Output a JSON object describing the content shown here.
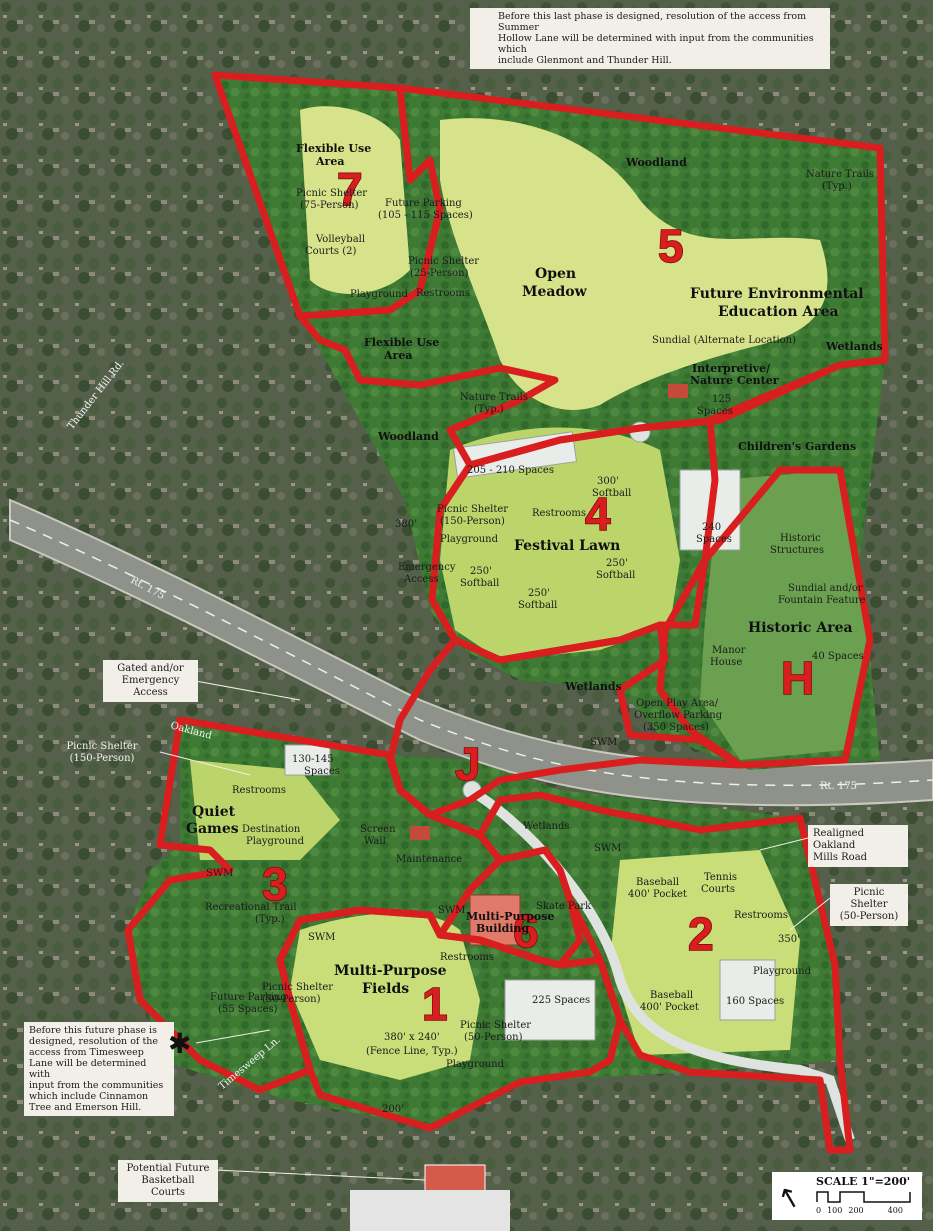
{
  "map": {
    "phases": [
      "7",
      "5",
      "4",
      "H",
      "J",
      "3",
      "6",
      "2",
      "1"
    ],
    "labels": {
      "flex_use_1": "Flexible Use",
      "flex_use_1b": "Area",
      "picnic_75_1": "Picnic Shelter",
      "picnic_75_2": "(75-Person)",
      "volleyball_1": "Volleyball",
      "volleyball_2": "Courts (2)",
      "future_parking_1": "Future Parking",
      "future_parking_2": "(105 - 115 Spaces)",
      "picnic_shelter_5_1": "Picnic Shelter",
      "picnic_shelter_5_2": "(25-Person)",
      "playground_7": "Playground",
      "restrooms_7": "Restrooms",
      "woodland_top": "Woodland",
      "nature_trails_top_1": "Nature Trails",
      "nature_trails_top_2": "(Typ.)",
      "open_meadow_1": "Open",
      "open_meadow_2": "Meadow",
      "future_env_1": "Future Environmental",
      "future_env_2": "Education Area",
      "flex_use_2": "Flexible Use",
      "flex_use_2b": "Area",
      "sundial_alt": "Sundial (Alternate Location)",
      "wetlands_top": "Wetlands",
      "interpretive": "Interpretive/",
      "nature_center": "Nature Center",
      "spaces_125_top": "125",
      "spaces_label_top": "Spaces",
      "nature_trails_mid_1": "Nature Trails",
      "nature_trails_mid_2": "(Typ.)",
      "woodland_mid": "Woodland",
      "childrens_gardens": "Children's Gardens",
      "spaces_205": "205 - 210 Spaces",
      "picnic_150_1": "Picnic Shelter",
      "picnic_150_2": "(150-Person)",
      "restrooms_4": "Restrooms",
      "softball_300_1": "300'",
      "softball_300_2": "Softball",
      "playground_4": "Playground",
      "festival_lawn": "Festival Lawn",
      "spaces_240_1": "240",
      "spaces_240_2": "Spaces",
      "historic_structures_1": "Historic",
      "historic_structures_2": "Structures",
      "dist_380": "380'",
      "emergency_access_1": "Emergency",
      "emergency_access_2": "Access",
      "softball_250a_1": "250'",
      "softball_250a_2": "Softball",
      "softball_250b_1": "250'",
      "softball_250b_2": "Softball",
      "softball_250c_1": "250'",
      "softball_250c_2": "Softball",
      "sundial_fountain_1": "Sundial and/or",
      "sundial_fountain_2": "Fountain Feature",
      "historic_area": "Historic Area",
      "manor_house_1": "Manor",
      "manor_house_2": "House",
      "spaces_40": "40 Spaces",
      "rt175_left": "Rt. 175",
      "rt175_right": "Rt. 175",
      "wetlands_mid": "Wetlands",
      "open_play_1": "Open Play Area/",
      "open_play_2": "Overflow Parking",
      "open_play_3": "(350 Spaces)",
      "swm_mid": "SWM",
      "thunder_hill_rd": "Thunder Hill Rd.",
      "oakland_road": "Oakland",
      "spaces_130_1": "130-145",
      "spaces_130_2": "Spaces",
      "restrooms_3": "Restrooms",
      "quiet_games_1": "Quiet",
      "quiet_games_2": "Games",
      "destination_playground_1": "Destination",
      "destination_playground_2": "Playground",
      "screen_wall_1": "Screen",
      "screen_wall_2": "Wall",
      "maintenance": "Maintenance",
      "swm_3": "SWM",
      "recreational_trail_1": "Recreational Trail",
      "recreational_trail_2": "(Typ.)",
      "wetlands_bottom": "Wetlands",
      "swm_bottom_right": "SWM",
      "swm_6": "SWM",
      "skate_park": "Skate Park",
      "multi_purpose_building_1": "Multi-Purpose",
      "multi_purpose_building_2": "Building",
      "baseball_top_1": "Baseball",
      "baseball_top_2": "400' Pocket",
      "tennis_courts_1": "Tennis",
      "tennis_courts_2": "Courts",
      "restrooms_2": "Restrooms",
      "dist_350": "350'",
      "swm_1": "SWM",
      "restrooms_1": "Restrooms",
      "multi_purpose_fields_1": "Multi-Purpose",
      "multi_purpose_fields_2": "Fields",
      "spaces_225": "225 Spaces",
      "playground_2": "Playground",
      "baseball_bottom_1": "Baseball",
      "baseball_bottom_2": "400' Pocket",
      "spaces_160": "160 Spaces",
      "future_parking_3_1": "Future Parking",
      "future_parking_3_2": "(55 Spaces)",
      "picnic_30_1": "Picnic Shelter",
      "picnic_30_2": "(30-Person)",
      "fields_dims_1": "380' x 240'",
      "fields_dims_2": "(Fence Line, Typ.)",
      "picnic_50b_1": "Picnic Shelter",
      "picnic_50b_2": "(50-Person)",
      "playground_1": "Playground",
      "timesweep_ln": "Timesweep Ln.",
      "dist_200": "200'"
    },
    "callouts": {
      "gated_1": "Gated and/or",
      "gated_2": "Emergency Access",
      "picnic_left_1": "Picnic Shelter",
      "picnic_left_2": "(150-Person)",
      "realigned_1": "Realigned Oakland",
      "realigned_2": "Mills Road",
      "picnic_right_1": "Picnic Shelter",
      "picnic_right_2": "(50-Person)",
      "basketball_1": "Potential Future",
      "basketball_2": "Basketball Courts"
    },
    "notes": {
      "top_1": "Before this last phase is designed, resolution of the access from Summer",
      "top_2": "Hollow Lane will be determined with input from the communities which",
      "top_3": "include Glenmont and Thunder Hill.",
      "left_1": "Before this future phase is",
      "left_2": "designed, resolution of the",
      "left_3": "access from Timesweep",
      "left_4": "Lane will be determined with",
      "left_5": "input from the communities",
      "left_6": "which include Cinnamon",
      "left_7": "Tree and Emerson Hill."
    },
    "scale": {
      "title": "SCALE 1\"=200'",
      "ticks": [
        "0",
        "100",
        "200",
        "400"
      ]
    },
    "colors": {
      "boundary": "#d81e1e",
      "woodland": "#3f7a35",
      "meadow": "#d7e38a",
      "lawn": "#bcd56a",
      "aerial": "#55604a",
      "parking": "#e9ede9"
    }
  }
}
